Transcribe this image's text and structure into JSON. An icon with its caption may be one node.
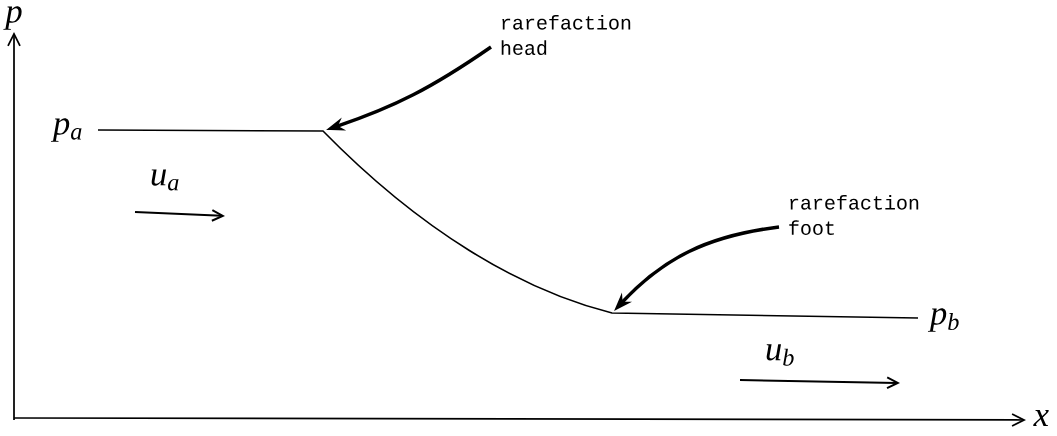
{
  "diagram": {
    "nodes": [
      {
        "text": [
          "rarefaction head"
        ]
      },
      {
        "text": [
          "rarefaction foot"
        ]
      }
    ],
    "edges": [
      {
        "from": 0,
        "to": null,
        "arrow": "to"
      },
      {
        "from": 1,
        "to": null,
        "arrow": "to"
      }
    ],
    "labels": [
      "p",
      "p$_{a}$",
      "u$_{a}$",
      "p$_{b}$",
      "u$_{b}$",
      "x"
    ]
  }
}
